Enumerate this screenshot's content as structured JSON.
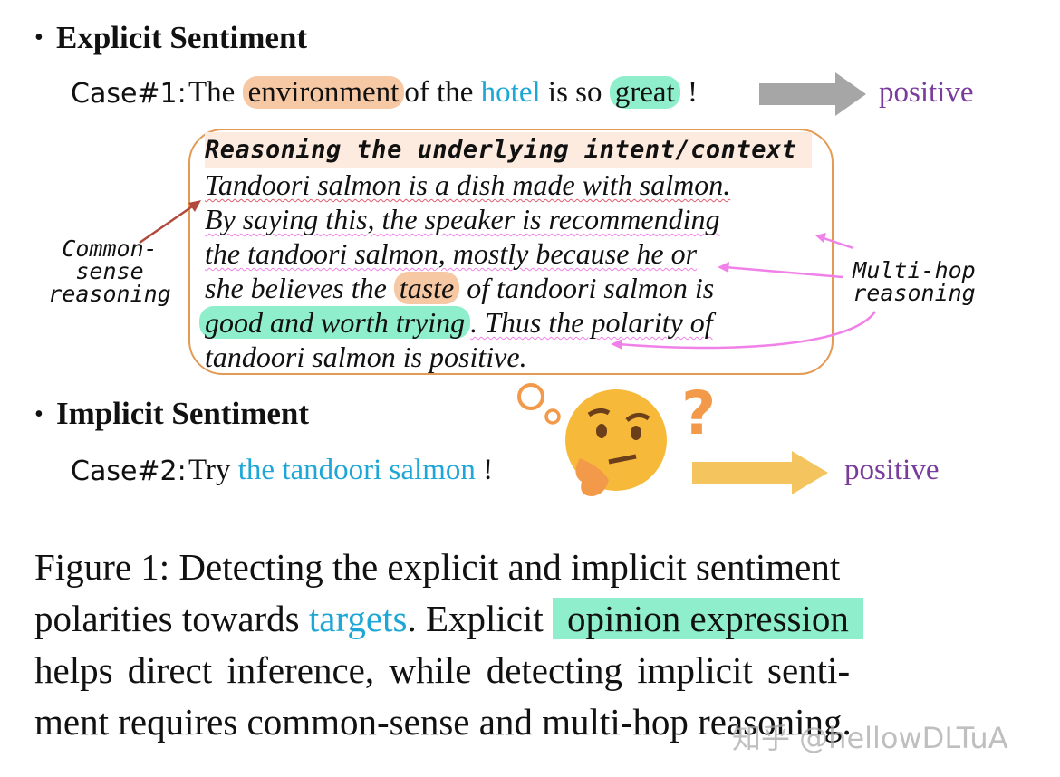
{
  "explicit": {
    "bullet": "•",
    "heading": "Explicit Sentiment",
    "case_label": "Case#1:",
    "sentence": {
      "the": "The",
      "aspect_opinion_1": "environment",
      "of_the": "of the",
      "target": "hotel",
      "is_so": "is so",
      "opinion": "great",
      "end": "!"
    },
    "polarity": "positive",
    "arrow_color": "#a6a6a6"
  },
  "reasoning": {
    "title": "Reasoning the underlying intent/context",
    "lines": [
      "Tandoori salmon is a dish made with salmon.",
      "By saying this, the speaker is recommending",
      "the tandoori salmon, mostly because he or",
      "she believes the",
      "taste",
      "of tandoori salmon is",
      "good and worth trying",
      ". Thus the polarity of",
      "tandoori salmon is positive."
    ],
    "left_note": [
      "Common-",
      "sense",
      "reasoning"
    ],
    "right_note": [
      "Multi-hop",
      "reasoning"
    ]
  },
  "implicit": {
    "bullet": "•",
    "heading": "Implicit Sentiment",
    "case_label": "Case#2:",
    "try": "Try",
    "target": "the tandoori salmon",
    "end": "!",
    "polarity": "positive",
    "question_mark": "?",
    "arrow_color": "#f4c55f"
  },
  "caption": {
    "line1": "Figure 1: Detecting the explicit and implicit sentiment",
    "line2_a": "polarities towards",
    "line2_target": "targets",
    "line2_b": ". Explicit",
    "line2_opinion": "opinion expression",
    "line3": "helps direct inference, while detecting implicit senti-",
    "line4": "ment requires common-sense and multi-hop reasoning."
  },
  "watermark": "知乎 @hellowDLTuA",
  "colors": {
    "orange_highlight": "#f7c8a4",
    "green_highlight": "#8fefcd",
    "target_blue": "#1ea7d6",
    "polarity_purple": "#7a3c9c",
    "box_border": "#e39a55"
  }
}
